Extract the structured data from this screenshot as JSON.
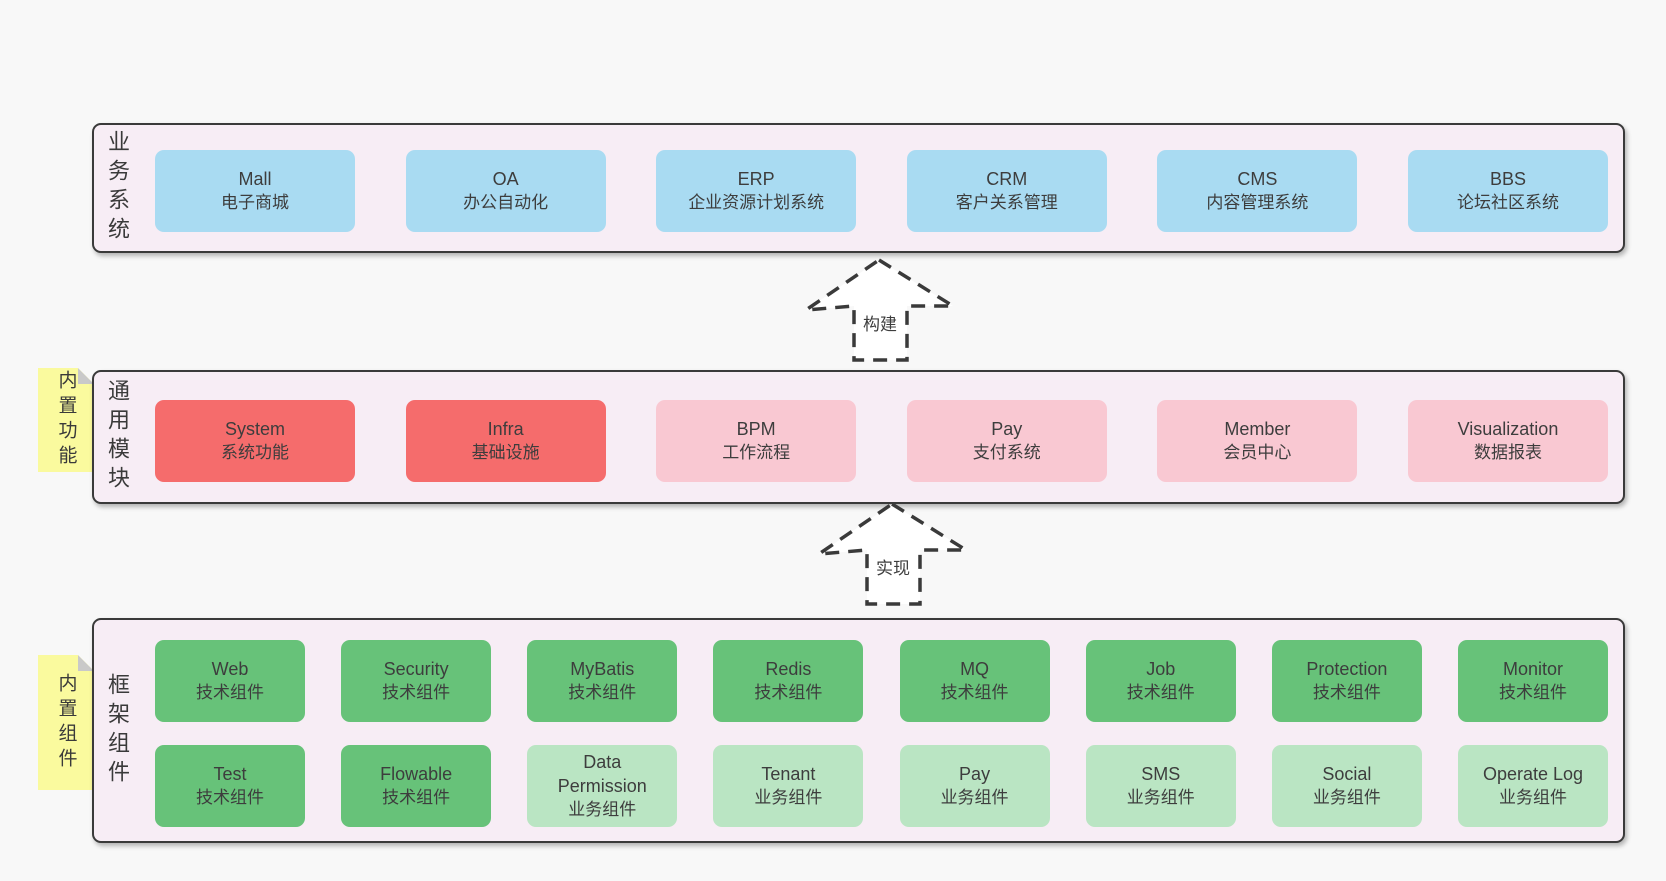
{
  "palette": {
    "page_bg": "#f8f8f8",
    "band_bg": "#f7edf5",
    "band_border": "#3a3a3a",
    "blue_box": "#a9dbf2",
    "red_box": "#f56c6c",
    "pink_box": "#f9c8d2",
    "green_box": "#67c279",
    "light_green_box": "#bae5c3",
    "sticky_bg": "#fafa9e",
    "sticky_fold": "#c9c9c9",
    "text": "#3d3d3d"
  },
  "arrows": [
    {
      "label": "构建"
    },
    {
      "label": "实现"
    }
  ],
  "bands": [
    {
      "label": "业务系统",
      "sticky": null,
      "rows": [
        [
          {
            "name": "Mall",
            "sub": "电子商城",
            "type": "blue"
          },
          {
            "name": "OA",
            "sub": "办公自动化",
            "type": "blue"
          },
          {
            "name": "ERP",
            "sub": "企业资源计划系统",
            "type": "blue"
          },
          {
            "name": "CRM",
            "sub": "客户关系管理",
            "type": "blue"
          },
          {
            "name": "CMS",
            "sub": "内容管理系统",
            "type": "blue"
          },
          {
            "name": "BBS",
            "sub": "论坛社区系统",
            "type": "blue"
          }
        ]
      ]
    },
    {
      "label": "通用模块",
      "sticky": "内置功能",
      "rows": [
        [
          {
            "name": "System",
            "sub": "系统功能",
            "type": "red"
          },
          {
            "name": "Infra",
            "sub": "基础设施",
            "type": "red"
          },
          {
            "name": "BPM",
            "sub": "工作流程",
            "type": "pink"
          },
          {
            "name": "Pay",
            "sub": "支付系统",
            "type": "pink"
          },
          {
            "name": "Member",
            "sub": "会员中心",
            "type": "pink"
          },
          {
            "name": "Visualization",
            "sub": "数据报表",
            "type": "pink"
          }
        ]
      ]
    },
    {
      "label": "框架组件",
      "sticky": "内置组件",
      "rows": [
        [
          {
            "name": "Web",
            "sub": "技术组件",
            "type": "green"
          },
          {
            "name": "Security",
            "sub": "技术组件",
            "type": "green"
          },
          {
            "name": "MyBatis",
            "sub": "技术组件",
            "type": "green"
          },
          {
            "name": "Redis",
            "sub": "技术组件",
            "type": "green"
          },
          {
            "name": "MQ",
            "sub": "技术组件",
            "type": "green"
          },
          {
            "name": "Job",
            "sub": "技术组件",
            "type": "green"
          },
          {
            "name": "Protection",
            "sub": "技术组件",
            "type": "green"
          },
          {
            "name": "Monitor",
            "sub": "技术组件",
            "type": "green"
          }
        ],
        [
          {
            "name": "Test",
            "sub": "技术组件",
            "type": "green"
          },
          {
            "name": "Flowable",
            "sub": "技术组件",
            "type": "green"
          },
          {
            "name": "Data\nPermission",
            "sub": "业务组件",
            "type": "lightgreen"
          },
          {
            "name": "Tenant",
            "sub": "业务组件",
            "type": "lightgreen"
          },
          {
            "name": "Pay",
            "sub": "业务组件",
            "type": "lightgreen"
          },
          {
            "name": "SMS",
            "sub": "业务组件",
            "type": "lightgreen"
          },
          {
            "name": "Social",
            "sub": "业务组件",
            "type": "lightgreen"
          },
          {
            "name": "Operate Log",
            "sub": "业务组件",
            "type": "lightgreen"
          }
        ]
      ]
    }
  ]
}
